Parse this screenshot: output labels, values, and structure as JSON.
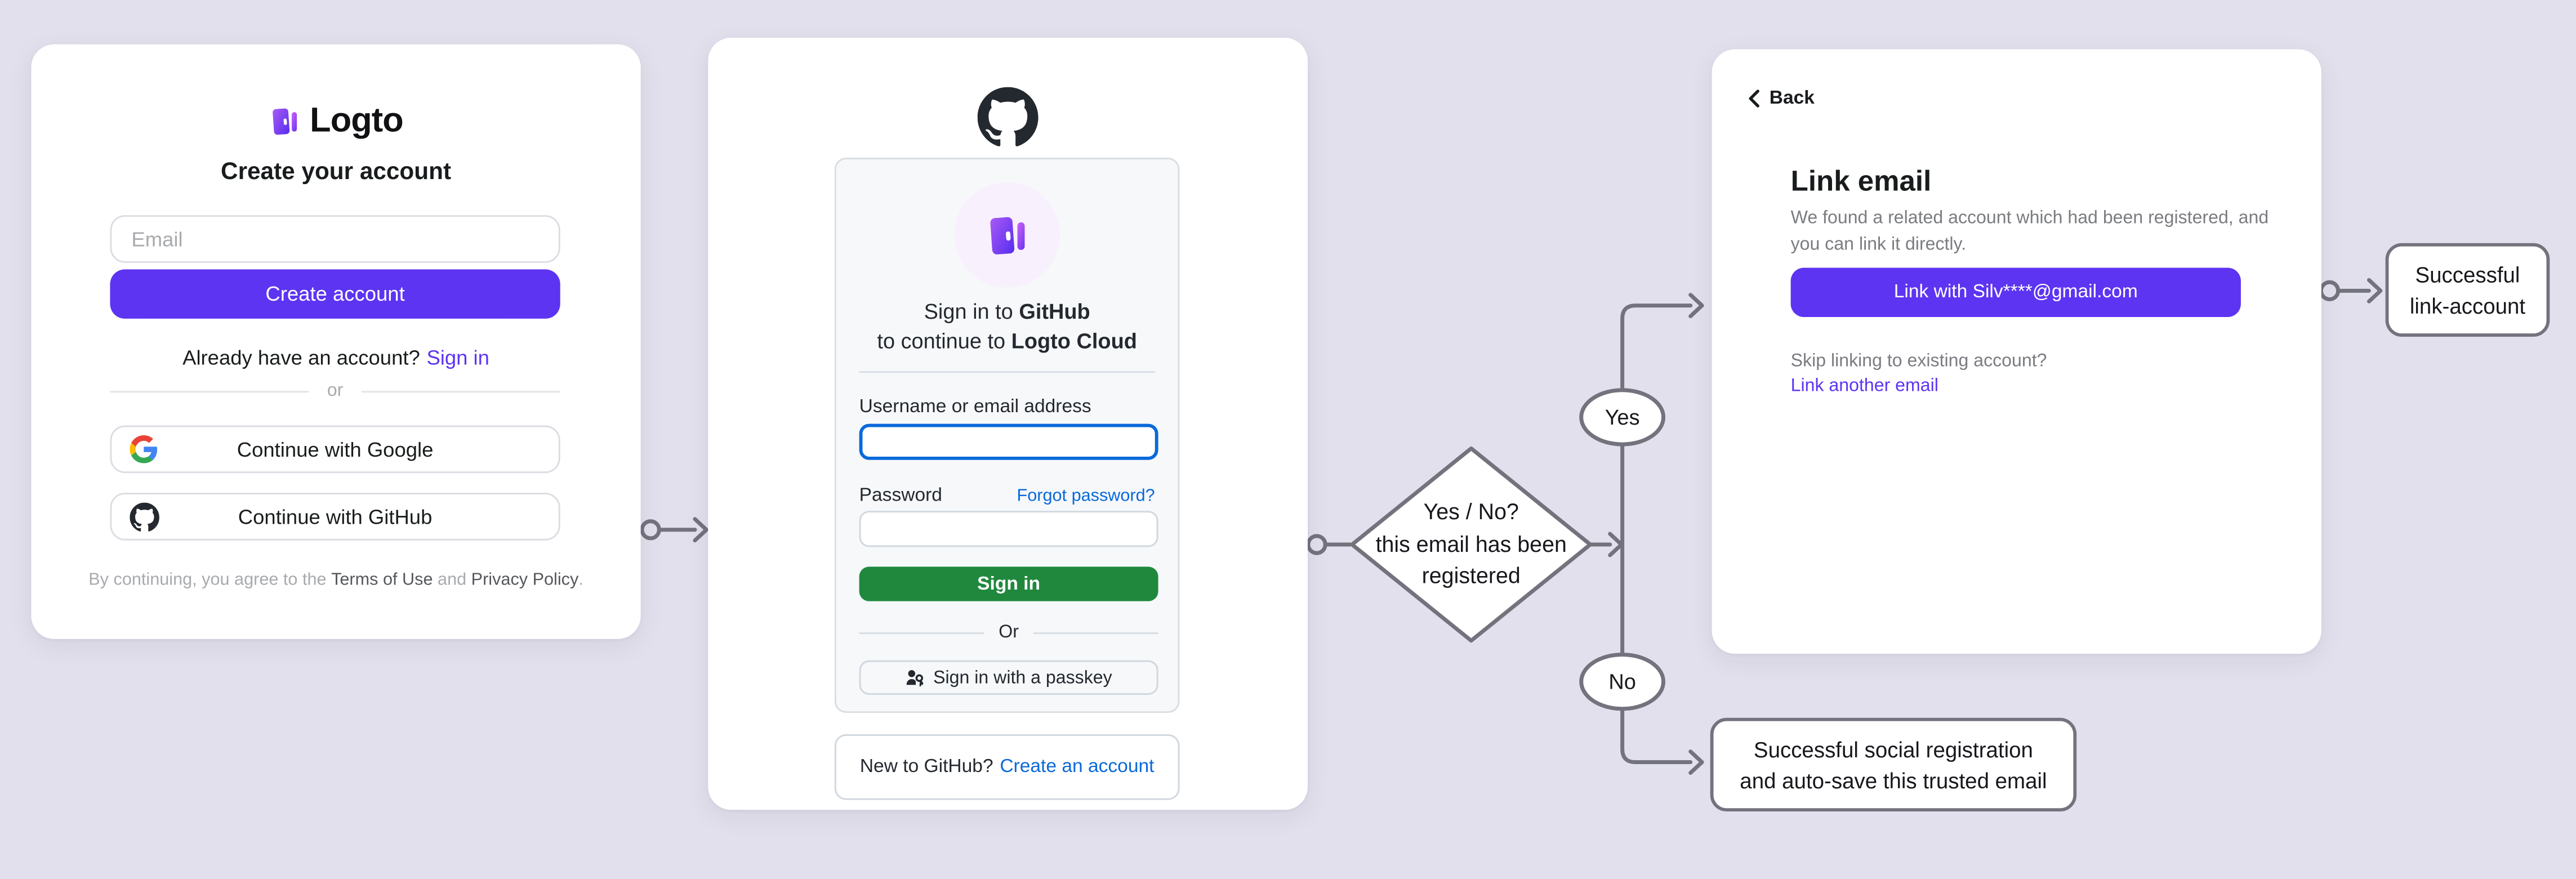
{
  "colors": {
    "page_background": "#e2e0ec",
    "card_background": "#ffffff",
    "logto_accent": "#5d34f2",
    "github_green": "#1f883d",
    "github_link_blue": "#0969da",
    "github_text": "#24292f",
    "flow_stroke": "#73737e"
  },
  "icons": {
    "logto-door-icon": "purple gradient door with white handle and side bar",
    "github-octocat-icon": "github octocat mark",
    "google-g-icon": "google multicolor G",
    "passkey-icon": "person with key",
    "back-chevron-icon": "left chevron",
    "connector-dot": "open circle",
    "connector-arrow": "open chevron arrowhead"
  },
  "logto_card": {
    "brand": "Logto",
    "title": "Create your account",
    "email_placeholder": "Email",
    "create_button": "Create account",
    "signin_prompt": "Already have an account?",
    "signin_link": "Sign in",
    "divider_label": "or",
    "google_button": "Continue with Google",
    "github_button": "Continue with GitHub",
    "terms_prefix": "By continuing, you agree to the ",
    "terms_link": "Terms of Use",
    "terms_middle": " and ",
    "privacy_link": "Privacy Policy",
    "terms_suffix": "."
  },
  "github_card": {
    "heading_line1_prefix": "Sign in to ",
    "heading_line1_bold": "GitHub",
    "heading_line2_prefix": "to continue to ",
    "heading_line2_bold": "Logto Cloud",
    "username_label": "Username or email address",
    "password_label": "Password",
    "forgot_password_link": "Forgot password?",
    "signin_button": "Sign in",
    "divider_label": "Or",
    "passkey_button": "Sign in with a passkey",
    "new_prompt": "New to GitHub?",
    "create_account_link": "Create an account"
  },
  "link_card": {
    "back_label": "Back",
    "title": "Link email",
    "description_line1": "We found a related account which had been registered, and",
    "description_line2": "you can link it directly.",
    "link_button": "Link with Silv****@gmail.com",
    "skip_text": "Skip linking to existing account?",
    "link_another_link": "Link another email"
  },
  "flow": {
    "decision_lines": [
      "Yes / No?",
      "this email has been",
      "registered"
    ],
    "yes_label": "Yes",
    "no_label": "No",
    "outcome_link_lines": [
      "Successful",
      "link-account"
    ],
    "outcome_social_lines": [
      "Successful social registration",
      "and auto-save this trusted email"
    ]
  }
}
